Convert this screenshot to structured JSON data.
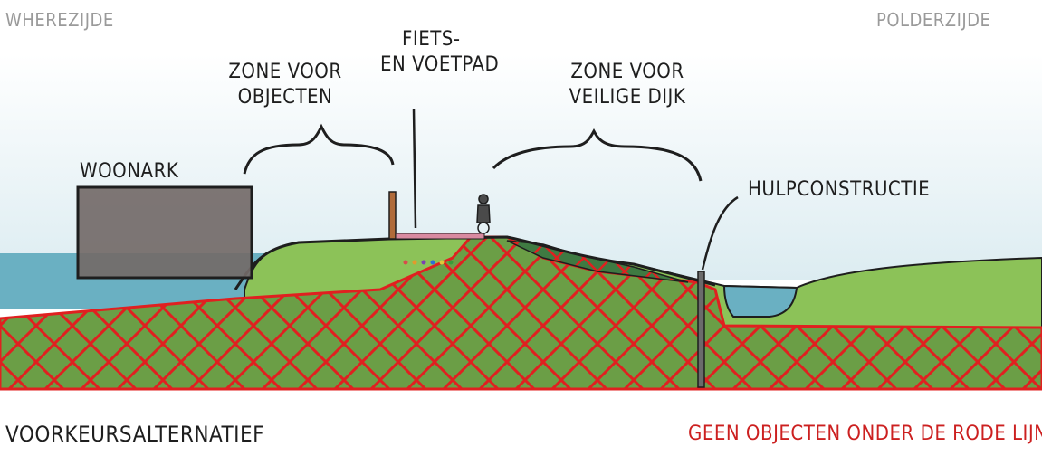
{
  "labels": {
    "waterside": "WHEREZIJDE",
    "polderside": "POLDERZIJDE",
    "zone_objects": [
      "ZONE VOOR",
      "OBJECTEN"
    ],
    "path": [
      "FIETS-",
      "EN VOETPAD"
    ],
    "zone_safe_dike": [
      "ZONE VOOR",
      "VEILIGE DIJK"
    ],
    "houseboat": "WOONARK",
    "aux_construction": "HULPCONSTRUCTIE",
    "preferred_alternative": "VOORKEURSALTERNATIEF",
    "no_objects_rule": "GEEN OBJECTEN ONDER DE RODE LIJN"
  },
  "colors": {
    "water": "#6ab0c2",
    "grass": "#8cc258",
    "ground_hatch": "#5f8f3e",
    "red_line": "#e02020",
    "houseboat": "#736a68",
    "sky": "#e6f2f5"
  }
}
